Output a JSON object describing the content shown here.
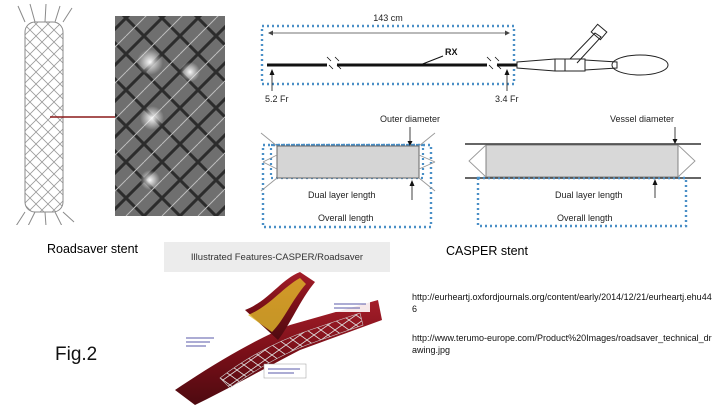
{
  "photo_caption": "Roadsaver stent",
  "drawing_caption": "CASPER  stent",
  "feature_banner_title": "Illustrated Features-CASPER/Roadsaver",
  "figure_label": "Fig.2",
  "source_links": [
    "http://eurheartj.oxfordjournals.org/content/early/2014/12/21/eurheartj.ehu446",
    "http://www.terumo-europe.com/Product%20Images/roadsaver_technical_drawing.jpg"
  ],
  "drawing": {
    "total_length": "143 cm",
    "rx_label": "RX",
    "distal_size": "5.2 Fr",
    "proximal_size": "3.4 Fr",
    "outer_diameter_label": "Outer diameter",
    "vessel_diameter_label": "Vessel diameter",
    "dual_layer_label": "Dual layer length",
    "overall_length_label": "Overall length"
  },
  "colors": {
    "dimension_dotted": "#4a8fc6",
    "vessel_red": "#8b1720",
    "stent_gray": "#8a8a8a"
  }
}
